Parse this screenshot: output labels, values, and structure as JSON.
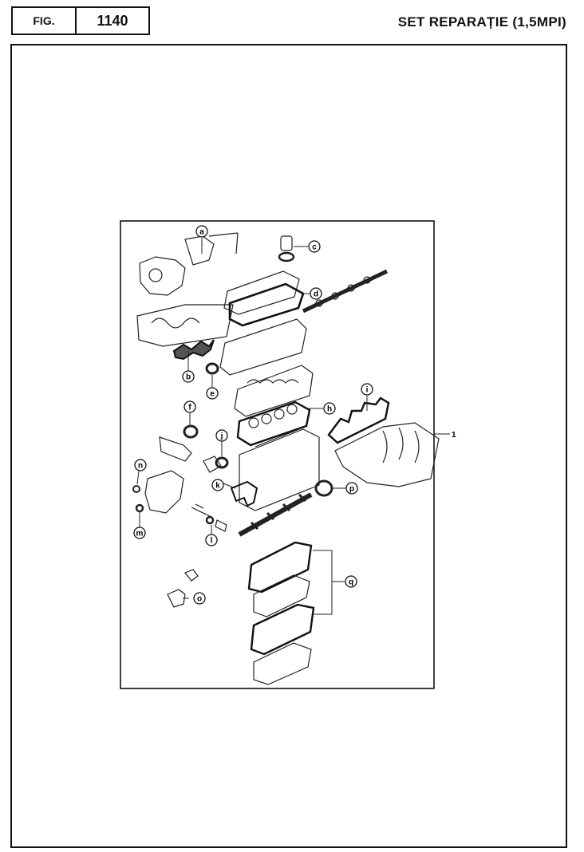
{
  "header": {
    "fig_label": "FIG.",
    "fig_number": "1140",
    "title": "SET REPARAȚIE (1,5MPI)"
  },
  "diagram": {
    "callouts": [
      "a",
      "b",
      "c",
      "d",
      "e",
      "f",
      "h",
      "i",
      "j",
      "k",
      "l",
      "m",
      "n",
      "o",
      "p",
      "q"
    ],
    "assembly_number": "1"
  }
}
